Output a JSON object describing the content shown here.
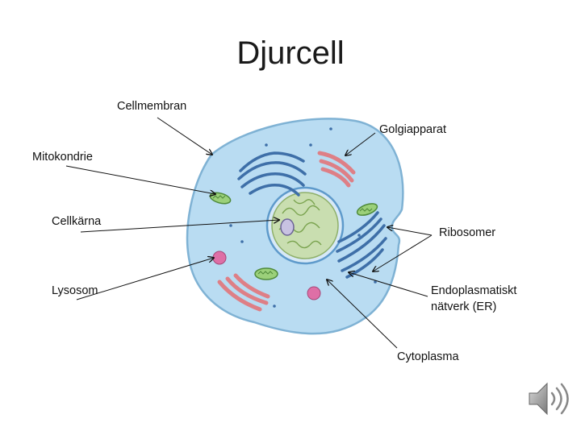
{
  "title": "Djurcell",
  "labels": {
    "cellmembran": "Cellmembran",
    "golgiapparat": "Golgiapparat",
    "mitokondrie": "Mitokondrie",
    "cellkarna": "Cellkärna",
    "ribosomer": "Ribosomer",
    "lysosom": "Lysosom",
    "er_line1": "Endoplasmatiskt",
    "er_line2": "nätverk (ER)",
    "cytoplasma": "Cytoplasma"
  },
  "icons": {
    "audio": "speaker-icon"
  },
  "colors": {
    "cytoplasm": "#b9dcf2",
    "membrane": "#7fb2d4",
    "nucleus": "#c9deb0",
    "er": "#3e6fa8",
    "golgi": "#de7f86",
    "mitochondria": "#9bd07a",
    "lysosome": "#de6fa6"
  }
}
